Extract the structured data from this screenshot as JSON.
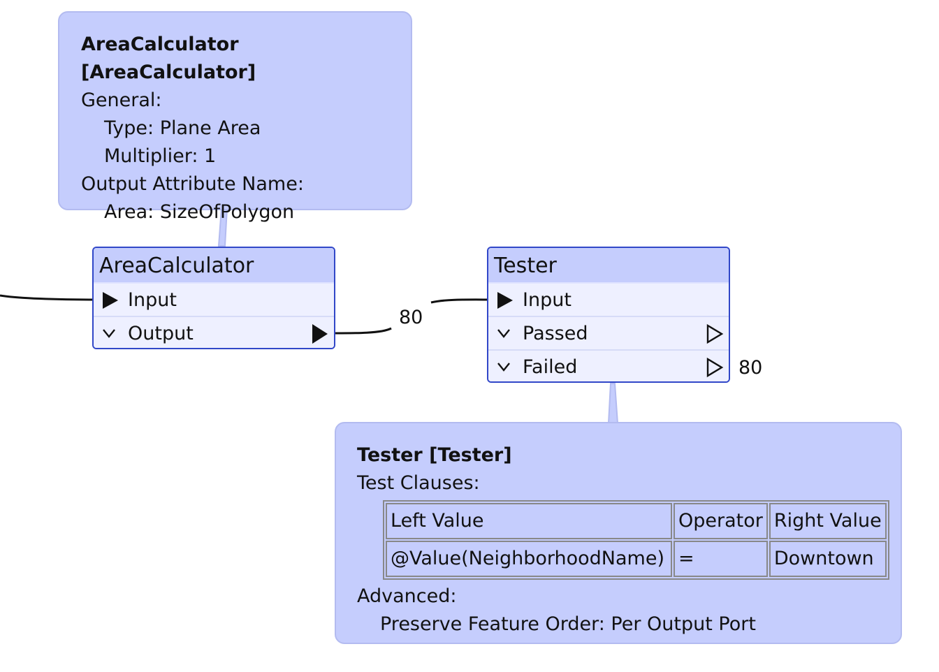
{
  "area_calculator": {
    "title": "AreaCalculator",
    "ports": {
      "input": "Input",
      "output": "Output"
    }
  },
  "tester": {
    "title": "Tester",
    "ports": {
      "input": "Input",
      "passed": "Passed",
      "failed": "Failed"
    }
  },
  "connections": {
    "area_to_tester_count": "80",
    "failed_count": "80"
  },
  "area_annotation": {
    "title": "AreaCalculator [AreaCalculator]",
    "general_label": "General:",
    "type_line": "Type: Plane Area",
    "multiplier_line": "Multiplier: 1",
    "output_label": "Output Attribute Name:",
    "area_line": "Area: SizeOfPolygon"
  },
  "tester_annotation": {
    "title": "Tester [Tester]",
    "clauses_label": "Test Clauses:",
    "table": {
      "headers": [
        "Left Value",
        "Operator",
        "Right Value"
      ],
      "rows": [
        [
          "@Value(NeighborhoodName)",
          "=",
          "Downtown"
        ]
      ]
    },
    "advanced_label": "Advanced:",
    "preserve_line": "Preserve Feature Order: Per Output Port"
  },
  "colors": {
    "node_header": "#c5cdfd",
    "node_body": "#eef0ff",
    "node_border": "#3147c8",
    "annotation_fill": "#c5cdfd",
    "annotation_border": "#b3bbf0",
    "connection": "#111111"
  },
  "icons": {
    "input_port": "filled-triangle-icon",
    "output_port": "filled-triangle-icon",
    "expand": "chevron-down-icon",
    "unconnected_output": "outline-triangle-icon"
  }
}
